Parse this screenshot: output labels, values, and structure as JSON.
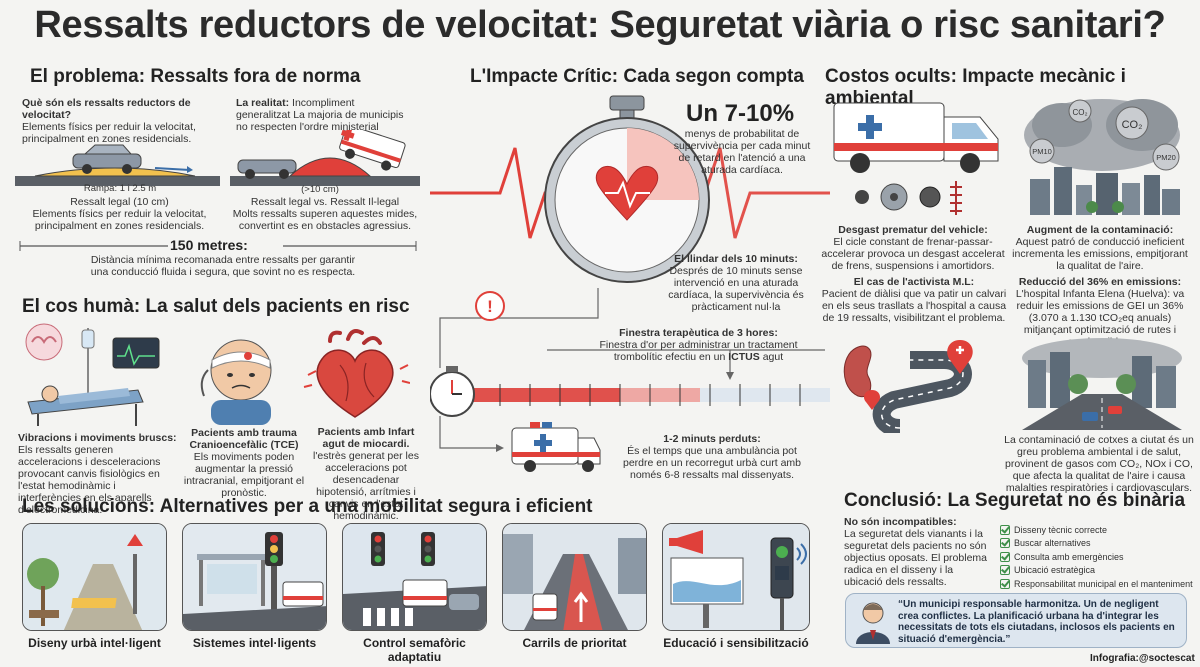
{
  "title": "Ressalts reductors de velocitat: Seguretat viària o risc sanitari?",
  "problem": {
    "heading": "El problema: Ressalts fora de norma",
    "what_q": "Què són els ressalts reductors de velocitat?",
    "what_a": "Elements físics per reduir la velocitat, principalment en zones residencials.",
    "reality_q": "La realitat:",
    "reality_a": "Incompliment generalitzat La majoria de municipis no respecten l'ordre ministerial",
    "rampa": "Rampa: 1 i 2.5 m",
    "legal": "Ressalt legal (10 cm)",
    "legal_desc": "Elements físics per reduir la velocitat, principalment en zones residencials.",
    "illegal_h": "(>10 cm)",
    "illegal": "Ressalt legal vs. Ressalt Il-legal",
    "illegal_desc": "Molts ressalts superen aquestes mides, convertint es en obstacles agressius.",
    "distance": "150 metres:",
    "distance_desc": "Distància mínima recomanada entre ressalts per garantir una conducció fluida i segura, que sovint no es respecta."
  },
  "body": {
    "heading": "El cos humà: La salut dels pacients en risc",
    "c1_title": "Vibracions i moviments bruscs:",
    "c1_text": "Els ressalts generen acceleracions i desceleracions provocant canvis fisiològics en l'estat hemodinàmic i interferències en els aparells d'electromedicina.",
    "c2_title": "Pacients amb trauma Cranioencefàlic (TCE)",
    "c2_text": "Els moviments poden augmentar la pressió intracranial, empitjorant el pronòstic.",
    "c3_title": "Pacients amb Infart agut de miocardi.",
    "c3_text": "l'estrès generat per les acceleracions pot desencadenar hipotensió, arrítmies i canvis en l'estat hemodinàmic."
  },
  "impact": {
    "heading": "L'Impacte Crític: Cada segon compta",
    "big": "Un 7-10%",
    "big_desc": "menys de probabilitat de supervivència per cada minut de retard en l'atenció a una aturada cardíaca.",
    "t10_title": "El llindar dels 10 minuts:",
    "t10_text": "Després de 10 minuts sense intervenció en una aturada cardíaca, la supervivència és pràcticament nul·la",
    "win_title": "Finestra terapèutica de 3 hores:",
    "win_text_a": "Finestra d'or per administrar un tractament trombolític efectiu en un",
    "win_text_b": "ICTUS",
    "win_text_c": "agut",
    "lost_title": "1-2 minuts perduts:",
    "lost_text": "És el temps que una ambulància pot perdre en un recorregut urbà curt amb només 6-8 ressalts mal dissenyats."
  },
  "costs": {
    "heading": "Costos ocults: Impacte mecànic i ambiental",
    "wear_title": "Desgast prematur del vehicle:",
    "wear_text": "El cicle constant de frenar-passar-accelerar provoca un desgast accelerat de frens, suspensions i amortidors.",
    "pollution_title": "Augment de la contaminació:",
    "pollution_text": "Aquest patró de conducció ineficient incrementa les emissions, empitjorant la qualitat de l'aire.",
    "case_title": "El cas de l'activista M.L:",
    "case_text": "Pacient de diàlisi que va patir un calvari en els seus trasllats a l'hospital a causa de 19 ressalts, visibilitzant el problema.",
    "reduce_title": "Reducció del 36% en emissions:",
    "reduce_text": "L'hospital Infanta Elena (Huelva): va reduir les emissions de GEI un 36% (3.070 a 1.130 tCO₂eq anuals) mitjançant optimització de rutes i combustibles.",
    "city_text": "La contaminació de cotxes a ciutat és un greu problema ambiental i de salut, provinent de gasos com CO₂, NOx i CO, que afecta la qualitat de l'aire i causa malalties respiratòries i cardiovasculars.",
    "pm10": "PM10",
    "pm20": "PM20",
    "co2": "CO₂"
  },
  "solutions": {
    "heading": "Les solucions: Alternatives per a una mobilitat segura i eficient",
    "items": [
      "Diseny urbà intel·ligent",
      "Sistemes intel·ligents",
      "Control semafòric adaptatiu",
      "Carrils de prioritat",
      "Educació i sensibilització"
    ]
  },
  "conclusion": {
    "heading": "Conclusió: La Seguretat no és binària",
    "lead_title": "No són incompatibles:",
    "lead_text": "La seguretat dels vianants i la seguretat dels pacients no són objectius oposats. El problema radica en el disseny i la ubicació dels ressalts.",
    "checks": [
      "Disseny tècnic correcte",
      "Buscar alternatives",
      "Consulta amb emergències",
      "Ubicació estratègica",
      "Responsabilitat municipal en el manteniment"
    ],
    "quote": "“Un municipi responsable harmonitza. Un de negligent crea conflictes. La planificació urbana ha d'integrar les necessitats de tots els ciutadans, inclosos els pacients en situació d'emergència.”"
  },
  "credit": "Infografia:@soctescat",
  "colors": {
    "red": "#e0403a",
    "blue": "#3b6ea8",
    "dark": "#2b2b2b",
    "green": "#3f8f4a"
  }
}
